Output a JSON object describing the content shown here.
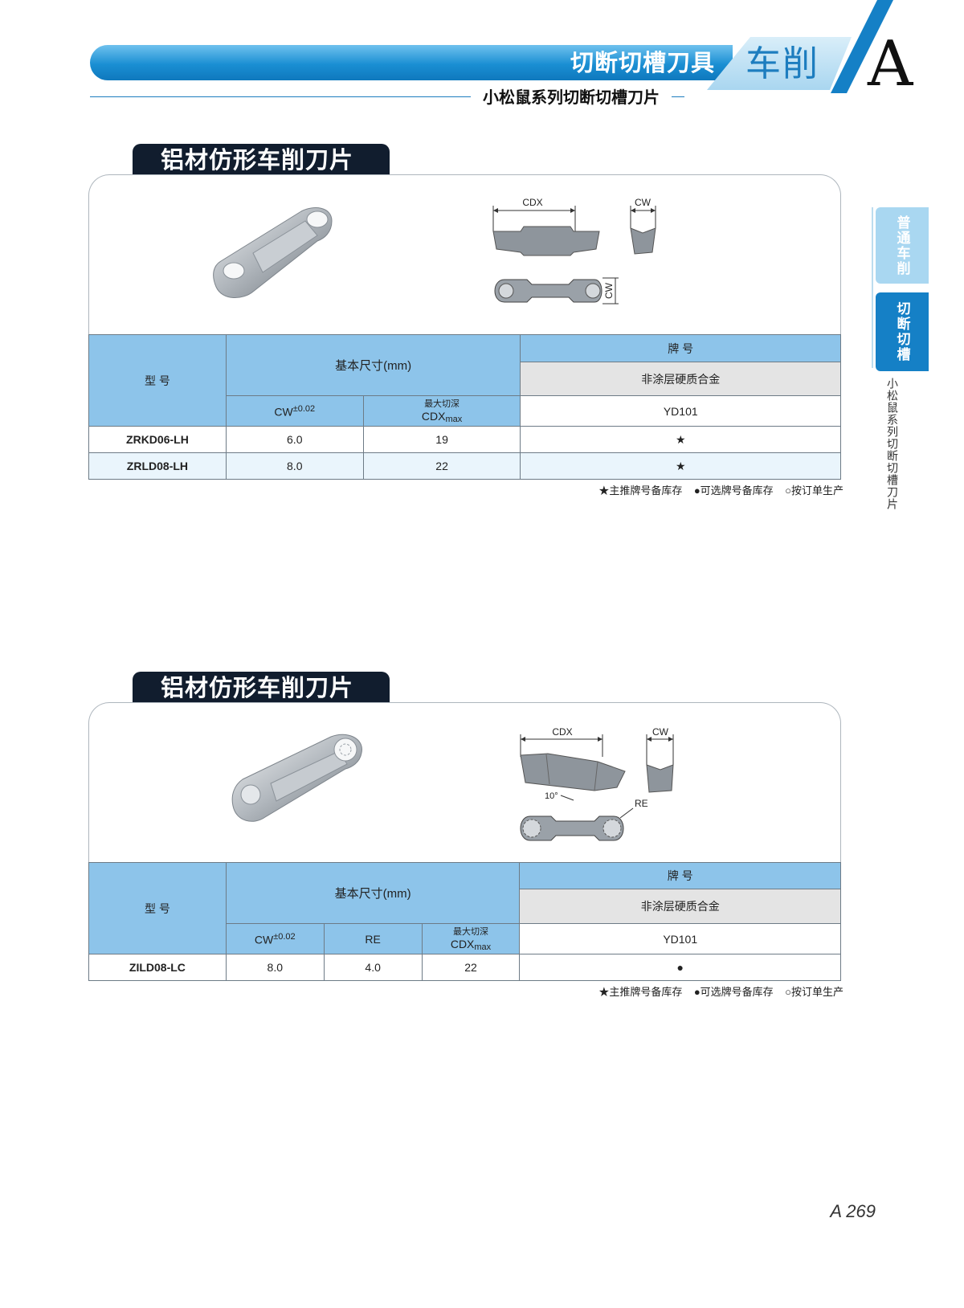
{
  "header": {
    "title": "切断切槽刀具",
    "category": "车削",
    "section_letter": "A",
    "subtitle": "小松鼠系列切断切槽刀片"
  },
  "side_tabs": {
    "items": [
      {
        "label": "普通车削"
      },
      {
        "label": "切断切槽"
      }
    ],
    "active_text": "小松鼠系列切断切槽刀片"
  },
  "sections": [
    {
      "title": "铝材仿形车削刀片",
      "diagram_labels": {
        "cdx": "CDX",
        "cw": "CW"
      },
      "table": {
        "model_header": "型 号",
        "dims_header": "基本尺寸(mm)",
        "brand_header": "牌 号",
        "material_header": "非涂层硬质合金",
        "grade": "YD101",
        "cw_header": "CW",
        "cw_tol": "±0.02",
        "cdx_note": "最大切深",
        "cdx_header": "CDX",
        "cdx_sub": "max",
        "rows": [
          {
            "model": "ZRKD06-LH",
            "cw": "6.0",
            "cdx": "19",
            "stock": "★"
          },
          {
            "model": "ZRLD08-LH",
            "cw": "8.0",
            "cdx": "22",
            "stock": "★"
          }
        ]
      }
    },
    {
      "title": "铝材仿形车削刀片",
      "diagram_labels": {
        "cdx": "CDX",
        "cw": "CW",
        "angle": "10°",
        "re": "RE"
      },
      "table": {
        "model_header": "型 号",
        "dims_header": "基本尺寸(mm)",
        "brand_header": "牌 号",
        "material_header": "非涂层硬质合金",
        "grade": "YD101",
        "cw_header": "CW",
        "cw_tol": "±0.02",
        "re_header": "RE",
        "cdx_note": "最大切深",
        "cdx_header": "CDX",
        "cdx_sub": "max",
        "rows": [
          {
            "model": "ZILD08-LC",
            "cw": "8.0",
            "re": "4.0",
            "cdx": "22",
            "stock": "●"
          }
        ]
      }
    }
  ],
  "legend": {
    "main": "★主推牌号备库存",
    "optional": "●可选牌号备库存",
    "order": "○按订单生产"
  },
  "page_number": "A 269"
}
